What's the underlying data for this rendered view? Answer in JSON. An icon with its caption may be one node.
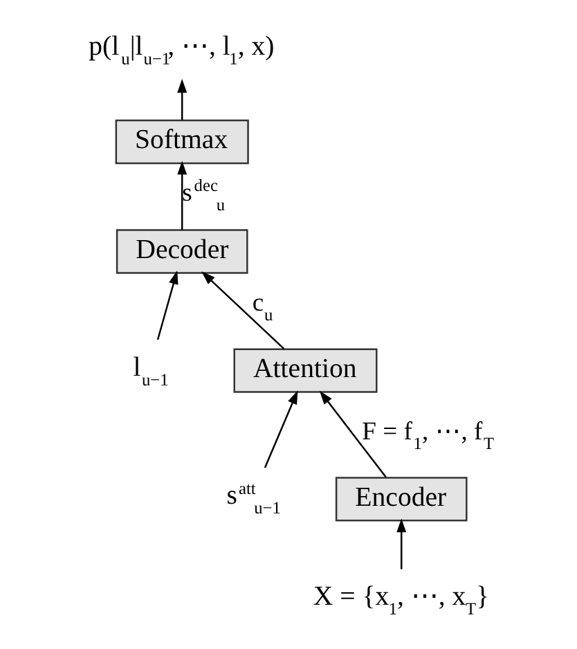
{
  "diagram": {
    "nodes": [
      {
        "text": [
          "p(l$_{u}$|l$_{u−1}$, ⋯, l$_{1}$, x)"
        ]
      },
      {
        "text": [
          "Softmax"
        ]
      },
      {
        "text": [
          "Decoder"
        ]
      },
      {
        "text": [
          "l$_{u−1}$"
        ]
      },
      {
        "text": [
          "Attention"
        ]
      },
      {
        "text": [
          "s$^{att}$$_{u−1}$"
        ]
      },
      {
        "text": [
          "Encoder"
        ]
      },
      {
        "text": [
          "X = {x$_{1}$, ⋯, x$_{T}$}"
        ]
      }
    ],
    "edges": [
      {
        "from": 7,
        "to": 6,
        "arrow": "to"
      },
      {
        "from": 6,
        "to": 4,
        "arrow": "to",
        "label": "F = f$_{1}$, ⋯, f$_{T}$"
      },
      {
        "from": 5,
        "to": 4,
        "arrow": "to"
      },
      {
        "from": 4,
        "to": 2,
        "arrow": "to",
        "label": "c$_{u}$"
      },
      {
        "from": 3,
        "to": 2,
        "arrow": "to"
      },
      {
        "from": 2,
        "to": 1,
        "arrow": "to",
        "label": "s$^{dec}$$_{u}$"
      },
      {
        "from": 1,
        "to": 0,
        "arrow": "to"
      }
    ]
  }
}
